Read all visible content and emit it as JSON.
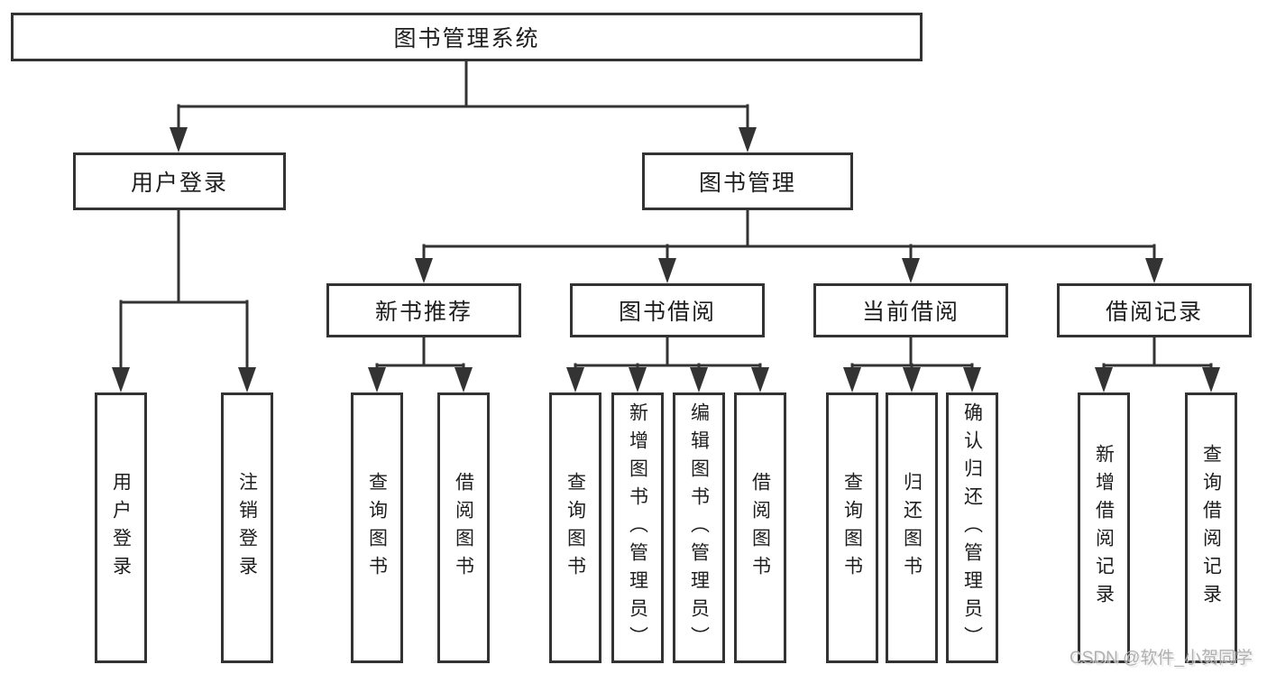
{
  "tree": {
    "label": "图书管理系统",
    "children": [
      {
        "label": "用户登录",
        "children": [
          {
            "label": "用户登录"
          },
          {
            "label": "注销登录"
          }
        ]
      },
      {
        "label": "图书管理",
        "children": [
          {
            "label": "新书推荐",
            "children": [
              {
                "label": "查询图书"
              },
              {
                "label": "借阅图书"
              }
            ]
          },
          {
            "label": "图书借阅",
            "children": [
              {
                "label": "查询图书"
              },
              {
                "label": "新增图书（管理员）"
              },
              {
                "label": "编辑图书（管理员）"
              },
              {
                "label": "借阅图书"
              }
            ]
          },
          {
            "label": "当前借阅",
            "children": [
              {
                "label": "查询图书"
              },
              {
                "label": "归还图书"
              },
              {
                "label": "确认归还（管理员）"
              }
            ]
          },
          {
            "label": "借阅记录",
            "children": [
              {
                "label": "新增借阅记录"
              },
              {
                "label": "查询借阅记录"
              }
            ]
          }
        ]
      }
    ]
  },
  "watermark": "CSDN @软件_小贺同学",
  "colors": {
    "line": "#333333",
    "box_border": "#333333",
    "box_background": "#ffffff",
    "text": "#1e1e1e",
    "watermark_text": "#acacac"
  }
}
